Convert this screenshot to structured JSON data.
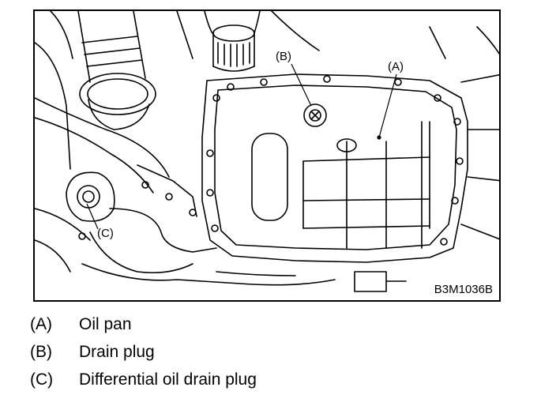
{
  "figure": {
    "code": "B3M1036B",
    "callouts": {
      "a": "(A)",
      "b": "(B)",
      "c": "(C)"
    }
  },
  "legend": [
    {
      "key": "(A)",
      "text": "Oil pan"
    },
    {
      "key": "(B)",
      "text": "Drain plug"
    },
    {
      "key": "(C)",
      "text": "Differential oil drain plug"
    }
  ]
}
